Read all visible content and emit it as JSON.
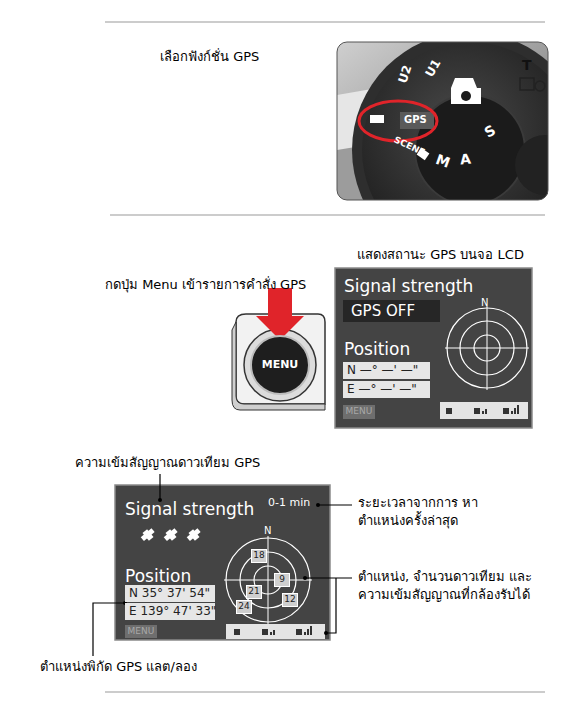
{
  "diagram": {
    "nodes": [
      {
        "text": [
          "MENU"
        ]
      },
      {
        "text": [
          "Signal strength",
          "Position",
          "N"
        ]
      },
      {
        "text": [
          "GPS OFF"
        ],
        "in": 1
      },
      {
        "text": [
          "N —° —' —\""
        ],
        "in": 1
      },
      {
        "text": [
          "E —° —' —\""
        ],
        "in": 1
      },
      {
        "text": [
          "MENU"
        ],
        "in": 1
      },
      {
        "text": [
          "Signal strength",
          "0-1 min",
          "Position",
          "N"
        ]
      },
      {
        "text": [
          "N 35° 37' 54\""
        ],
        "in": 6
      },
      {
        "text": [
          "E 139° 47' 33\""
        ],
        "in": 6
      },
      {
        "text": [
          "MENU"
        ],
        "in": 6
      },
      {
        "text": [
          "18"
        ],
        "in": 6
      },
      {
        "text": [
          "9"
        ],
        "in": 6
      },
      {
        "text": [
          "21"
        ],
        "in": 6
      },
      {
        "text": [
          "12"
        ],
        "in": 6
      },
      {
        "text": [
          "24"
        ],
        "in": 6
      }
    ],
    "labels": [
      "เลือกฟังก์ชั่น GPS",
      "U2",
      "U1",
      "GPS",
      "SCENE",
      "M",
      "A",
      "S",
      "T",
      "แสดงสถานะ GPS บนจอ LCD",
      "กดปุ่ม Menu เข้ารายการคำสั่ง GPS",
      "ความเข้มสัญญาณดาวเทียม GPS",
      "ระยะเวลาจากการ หาตำแหน่งครั้งล่าสุด",
      "ตำแหน่ง, จำนวนดาวเทียม และ ความเข้มสัญญาณที่กล้องรับได้",
      "ตำแหน่งพิกัด GPS แลต/ลอง"
    ]
  }
}
